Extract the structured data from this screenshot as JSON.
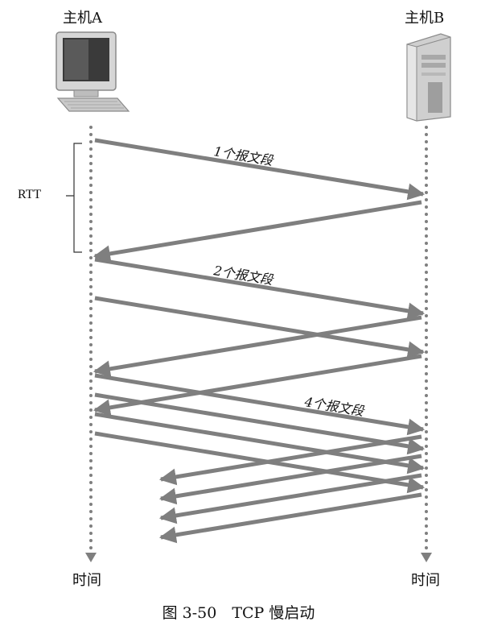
{
  "hosts": {
    "a": {
      "name": "主机A",
      "icon": "desktop-computer-icon"
    },
    "b": {
      "name": "主机B",
      "icon": "server-tower-icon"
    }
  },
  "time_label_a": "时间",
  "time_label_b": "时间",
  "rtt_label": "RTT",
  "segment_labels": {
    "round1": "1个报文段",
    "round2": "2个报文段",
    "round3": "4个报文段"
  },
  "caption": "图 3-50　TCP 慢启动",
  "colors": {
    "arrow": "#7f7f7f",
    "timeline": "#7f7f7f",
    "text": "#111111"
  }
}
